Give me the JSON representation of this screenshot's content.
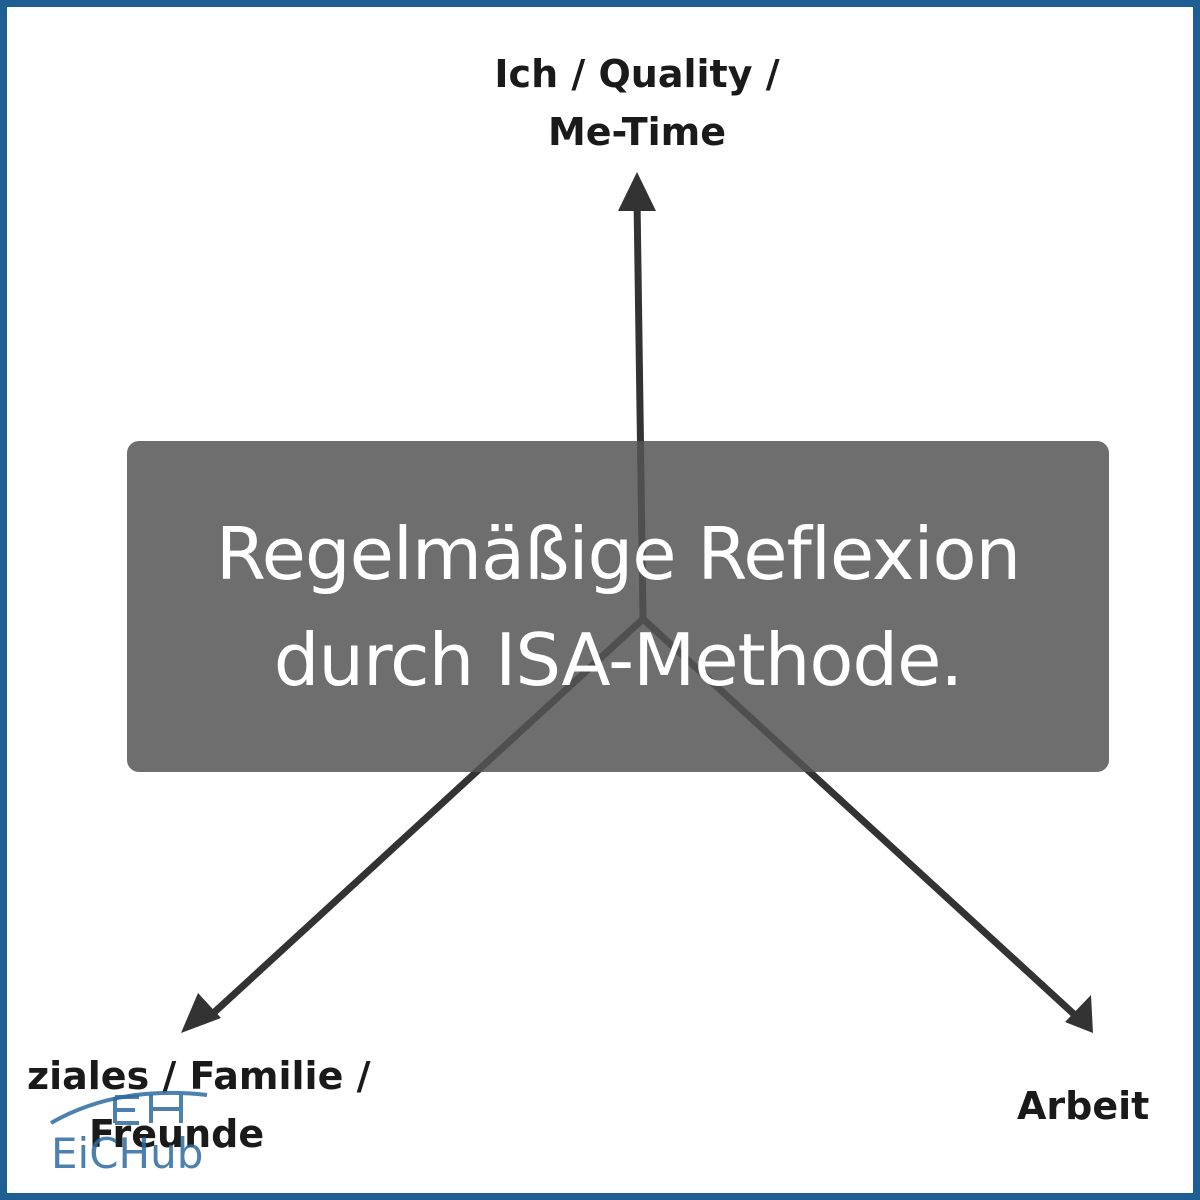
{
  "diagram": {
    "axes": {
      "top_line1": "Ich / Quality /",
      "top_line2": "Me-Time",
      "left_line1": "ziales / Familie /",
      "left_line2": "Freunde",
      "right": "Arbeit"
    },
    "line_color": "#333333"
  },
  "overlay": {
    "line1": "Regelmäßige Reflexion",
    "line2": "durch ISA-Methode."
  },
  "logo": {
    "text": "EiCHub",
    "brand_color": "#2d6aa0"
  },
  "frame_color": "#1f5f93"
}
